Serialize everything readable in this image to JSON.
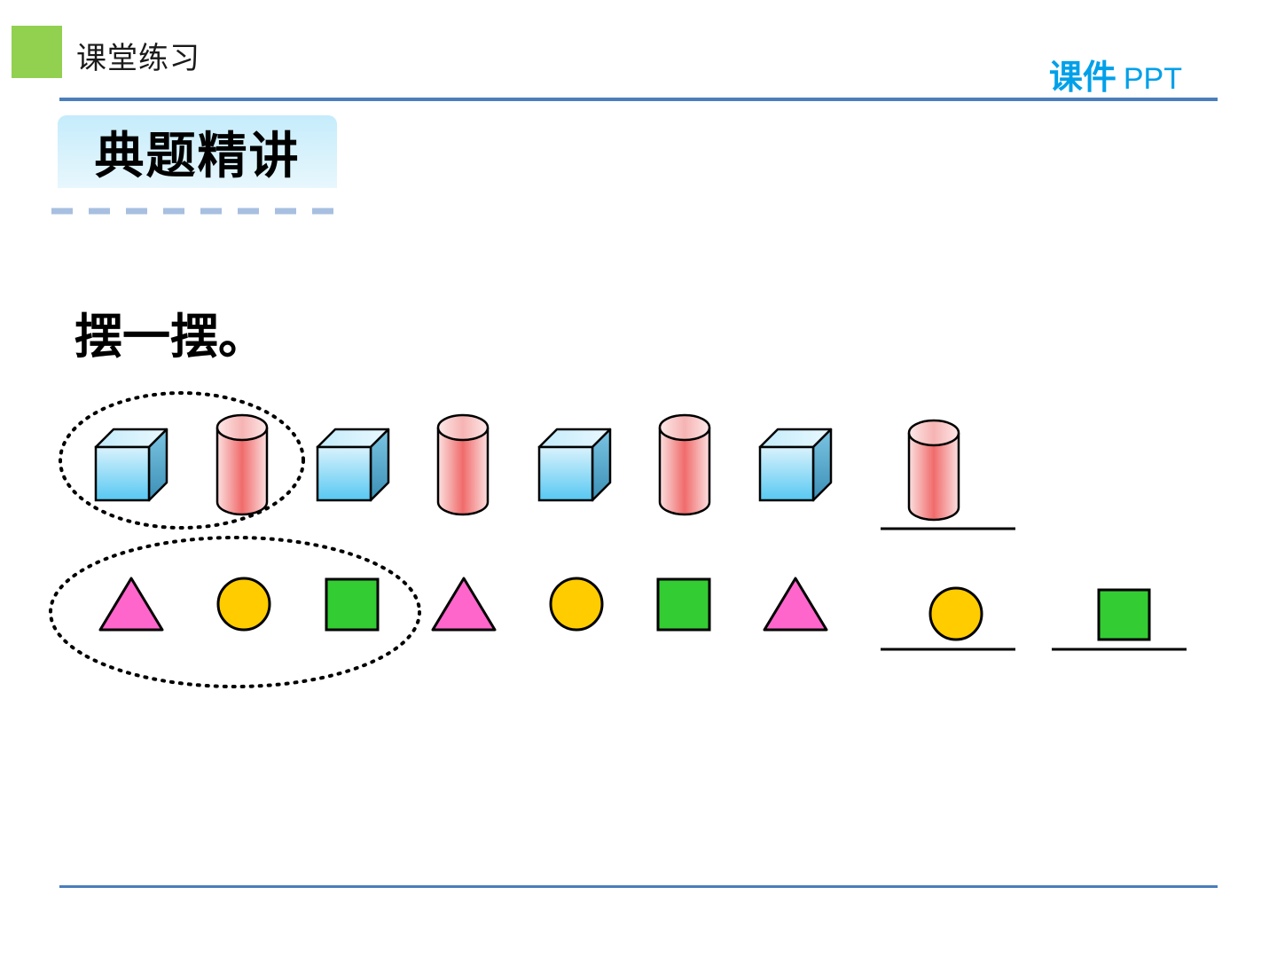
{
  "header": {
    "section_label": "课堂练习",
    "brand_main": "课件",
    "brand_sub": "PPT",
    "accent_color": "#92d050",
    "brand_color": "#00a0e9",
    "rule_color": "#4a7ebb"
  },
  "title_box": {
    "label": "典题精讲"
  },
  "exercise": {
    "instruction": "摆一摆。",
    "row1": {
      "pattern_unit": [
        "cube",
        "cylinder"
      ],
      "given": [
        "cube",
        "cylinder",
        "cube",
        "cylinder",
        "cube",
        "cylinder",
        "cube"
      ],
      "answers": [
        "cylinder"
      ]
    },
    "row2": {
      "pattern_unit": [
        "triangle",
        "circle",
        "square"
      ],
      "given": [
        "triangle",
        "circle",
        "square",
        "triangle",
        "circle",
        "square",
        "triangle"
      ],
      "answers": [
        "circle",
        "square"
      ]
    },
    "colors": {
      "cube": "#8fd8f5",
      "cylinder": "#f4a7a7",
      "triangle": "#ff66cc",
      "circle": "#ffcc00",
      "square": "#33cc33"
    }
  }
}
